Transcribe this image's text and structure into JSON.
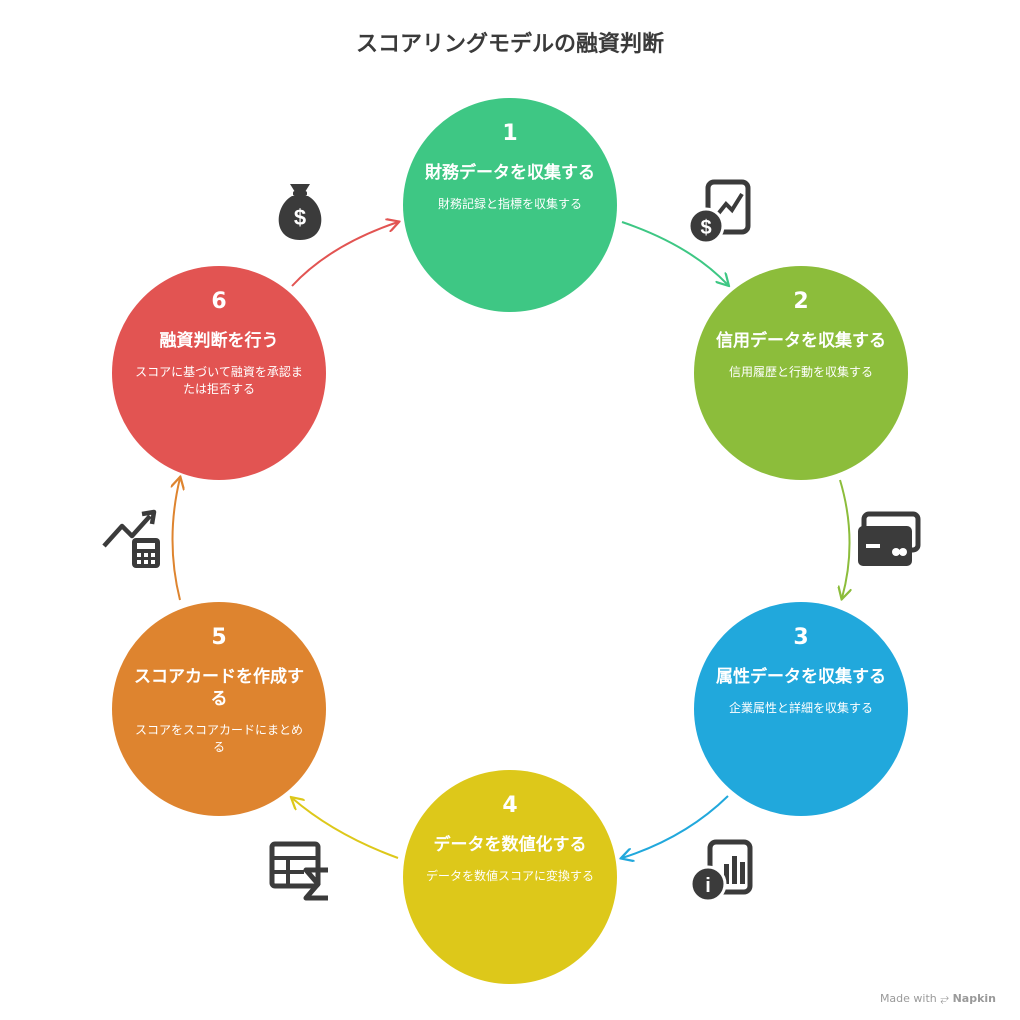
{
  "title": "スコアリングモデルの融資判断",
  "colors": {
    "step1": "#3ec784",
    "step2": "#8cbd3b",
    "step3": "#21a8dc",
    "step4": "#ddc81a",
    "step5": "#de842f",
    "step6": "#e25452",
    "icon": "#3b3b3b"
  },
  "steps": [
    {
      "number": "1",
      "title": "財務データを収集する",
      "description": "財務記録と指標を収集する",
      "icon": "dollar-chart-icon"
    },
    {
      "number": "2",
      "title": "信用データを収集する",
      "description": "信用履歴と行動を収集する",
      "icon": "credit-card-icon"
    },
    {
      "number": "3",
      "title": "属性データを収集する",
      "description": "企業属性と詳細を収集する",
      "icon": "info-report-icon"
    },
    {
      "number": "4",
      "title": "データを数値化する",
      "description": "データを数値スコアに変換する",
      "icon": "table-sigma-icon"
    },
    {
      "number": "5",
      "title": "スコアカードを作成する",
      "description": "スコアをスコアカードにまとめる",
      "icon": "calculator-growth-icon"
    },
    {
      "number": "6",
      "title": "融資判断を行う",
      "description": "スコアに基づいて融資を承認または拒否する",
      "icon": "money-bag-icon"
    }
  ],
  "footer": {
    "made_with": "Made with",
    "brand": "Napkin"
  }
}
